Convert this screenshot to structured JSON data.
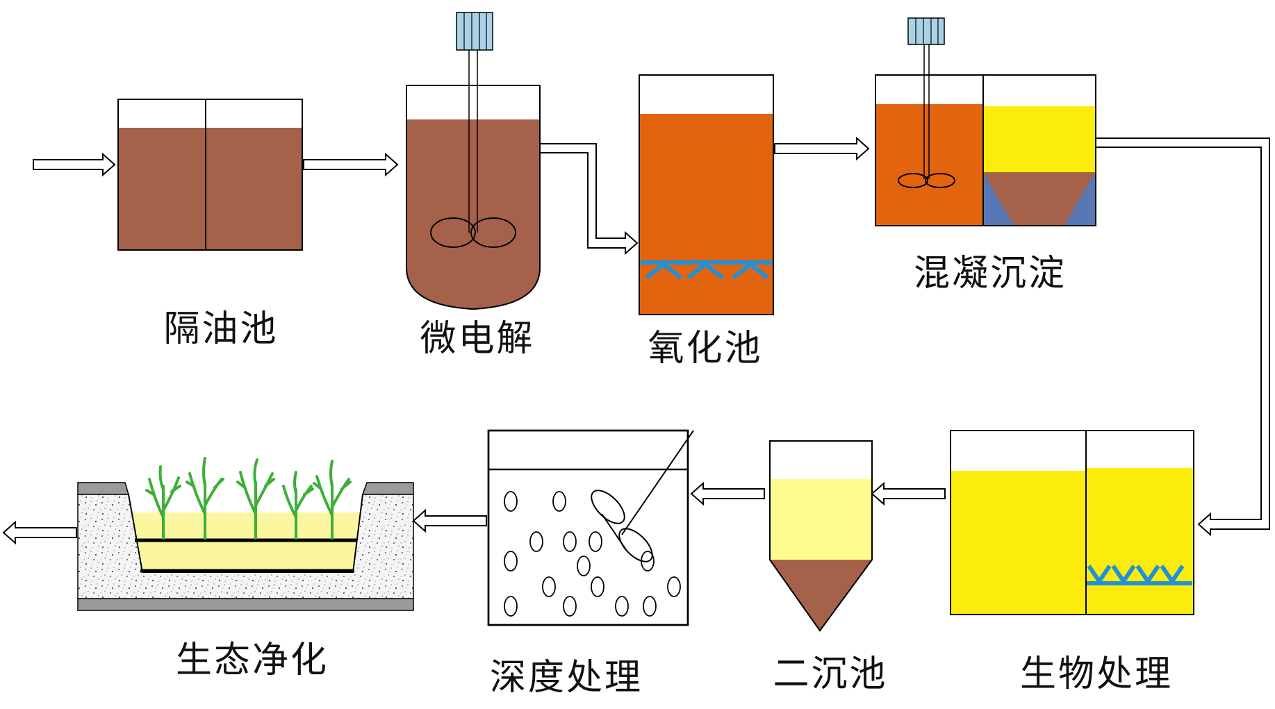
{
  "stages": [
    {
      "id": "oil-separation",
      "label": "隔油池"
    },
    {
      "id": "micro-electrolysis",
      "label": "微电解"
    },
    {
      "id": "oxidation",
      "label": "氧化池"
    },
    {
      "id": "coagulation-sedimentation",
      "label": "混凝沉淀"
    },
    {
      "id": "biological-treatment",
      "label": "生物处理"
    },
    {
      "id": "secondary-clarifier",
      "label": "二沉池"
    },
    {
      "id": "advanced-treatment",
      "label": "深度处理"
    },
    {
      "id": "ecological-purification",
      "label": "生态净化"
    }
  ],
  "colors": {
    "sludge_brown": "#a5614a",
    "oxidation_orange": "#e3640e",
    "bright_yellow": "#fbec0b",
    "pale_yellow": "#fdfb8e",
    "wetland_yellow": "#fbf69f",
    "hopper_blue": "#5878b4",
    "aerator_blue": "#2090d8",
    "motor_blue": "#a9d3e4",
    "plant_green": "#3caf36",
    "wall_gray": "#9b9b9b"
  }
}
